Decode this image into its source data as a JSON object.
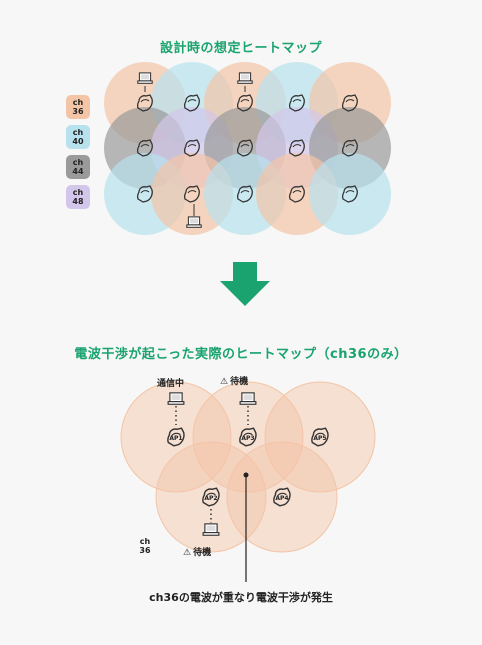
{
  "titles": {
    "design": "設計時の想定ヒートマップ",
    "actual": "電波干渉が起こった実際のヒートマップ（ch36のみ）"
  },
  "colors": {
    "ch36": "#f4c4a6",
    "ch40": "#b8e1ee",
    "ch44": "#9a9a9a",
    "ch48": "#d2c6ea",
    "accent": "#1aa36f"
  },
  "legend": [
    {
      "top": "ch",
      "bottom": "36",
      "key": "ch36"
    },
    {
      "top": "ch",
      "bottom": "40",
      "key": "ch40"
    },
    {
      "top": "ch",
      "bottom": "44",
      "key": "ch44"
    },
    {
      "top": "ch",
      "bottom": "48",
      "key": "ch48"
    }
  ],
  "grid_channels": [
    [
      "ch36",
      "ch40",
      "ch36",
      "ch40",
      "ch36"
    ],
    [
      "ch44",
      "ch48",
      "ch44",
      "ch48",
      "ch44"
    ],
    [
      "ch40",
      "ch36",
      "ch40",
      "ch36",
      "ch40"
    ]
  ],
  "ap_labels": [
    "AP1",
    "AP2",
    "AP3",
    "AP4",
    "AP5"
  ],
  "actual_labels": {
    "communicating": "通信中",
    "waiting": "待機",
    "warning_symbol": "⚠"
  },
  "bottom_legend": {
    "top": "ch",
    "bottom": "36"
  },
  "caption": "ch36の電波が重なり電波干渉が発生",
  "icons": {
    "router": "router-icon",
    "laptop": "laptop-icon",
    "arrow": "arrow-down-icon",
    "warning": "warning-icon"
  }
}
